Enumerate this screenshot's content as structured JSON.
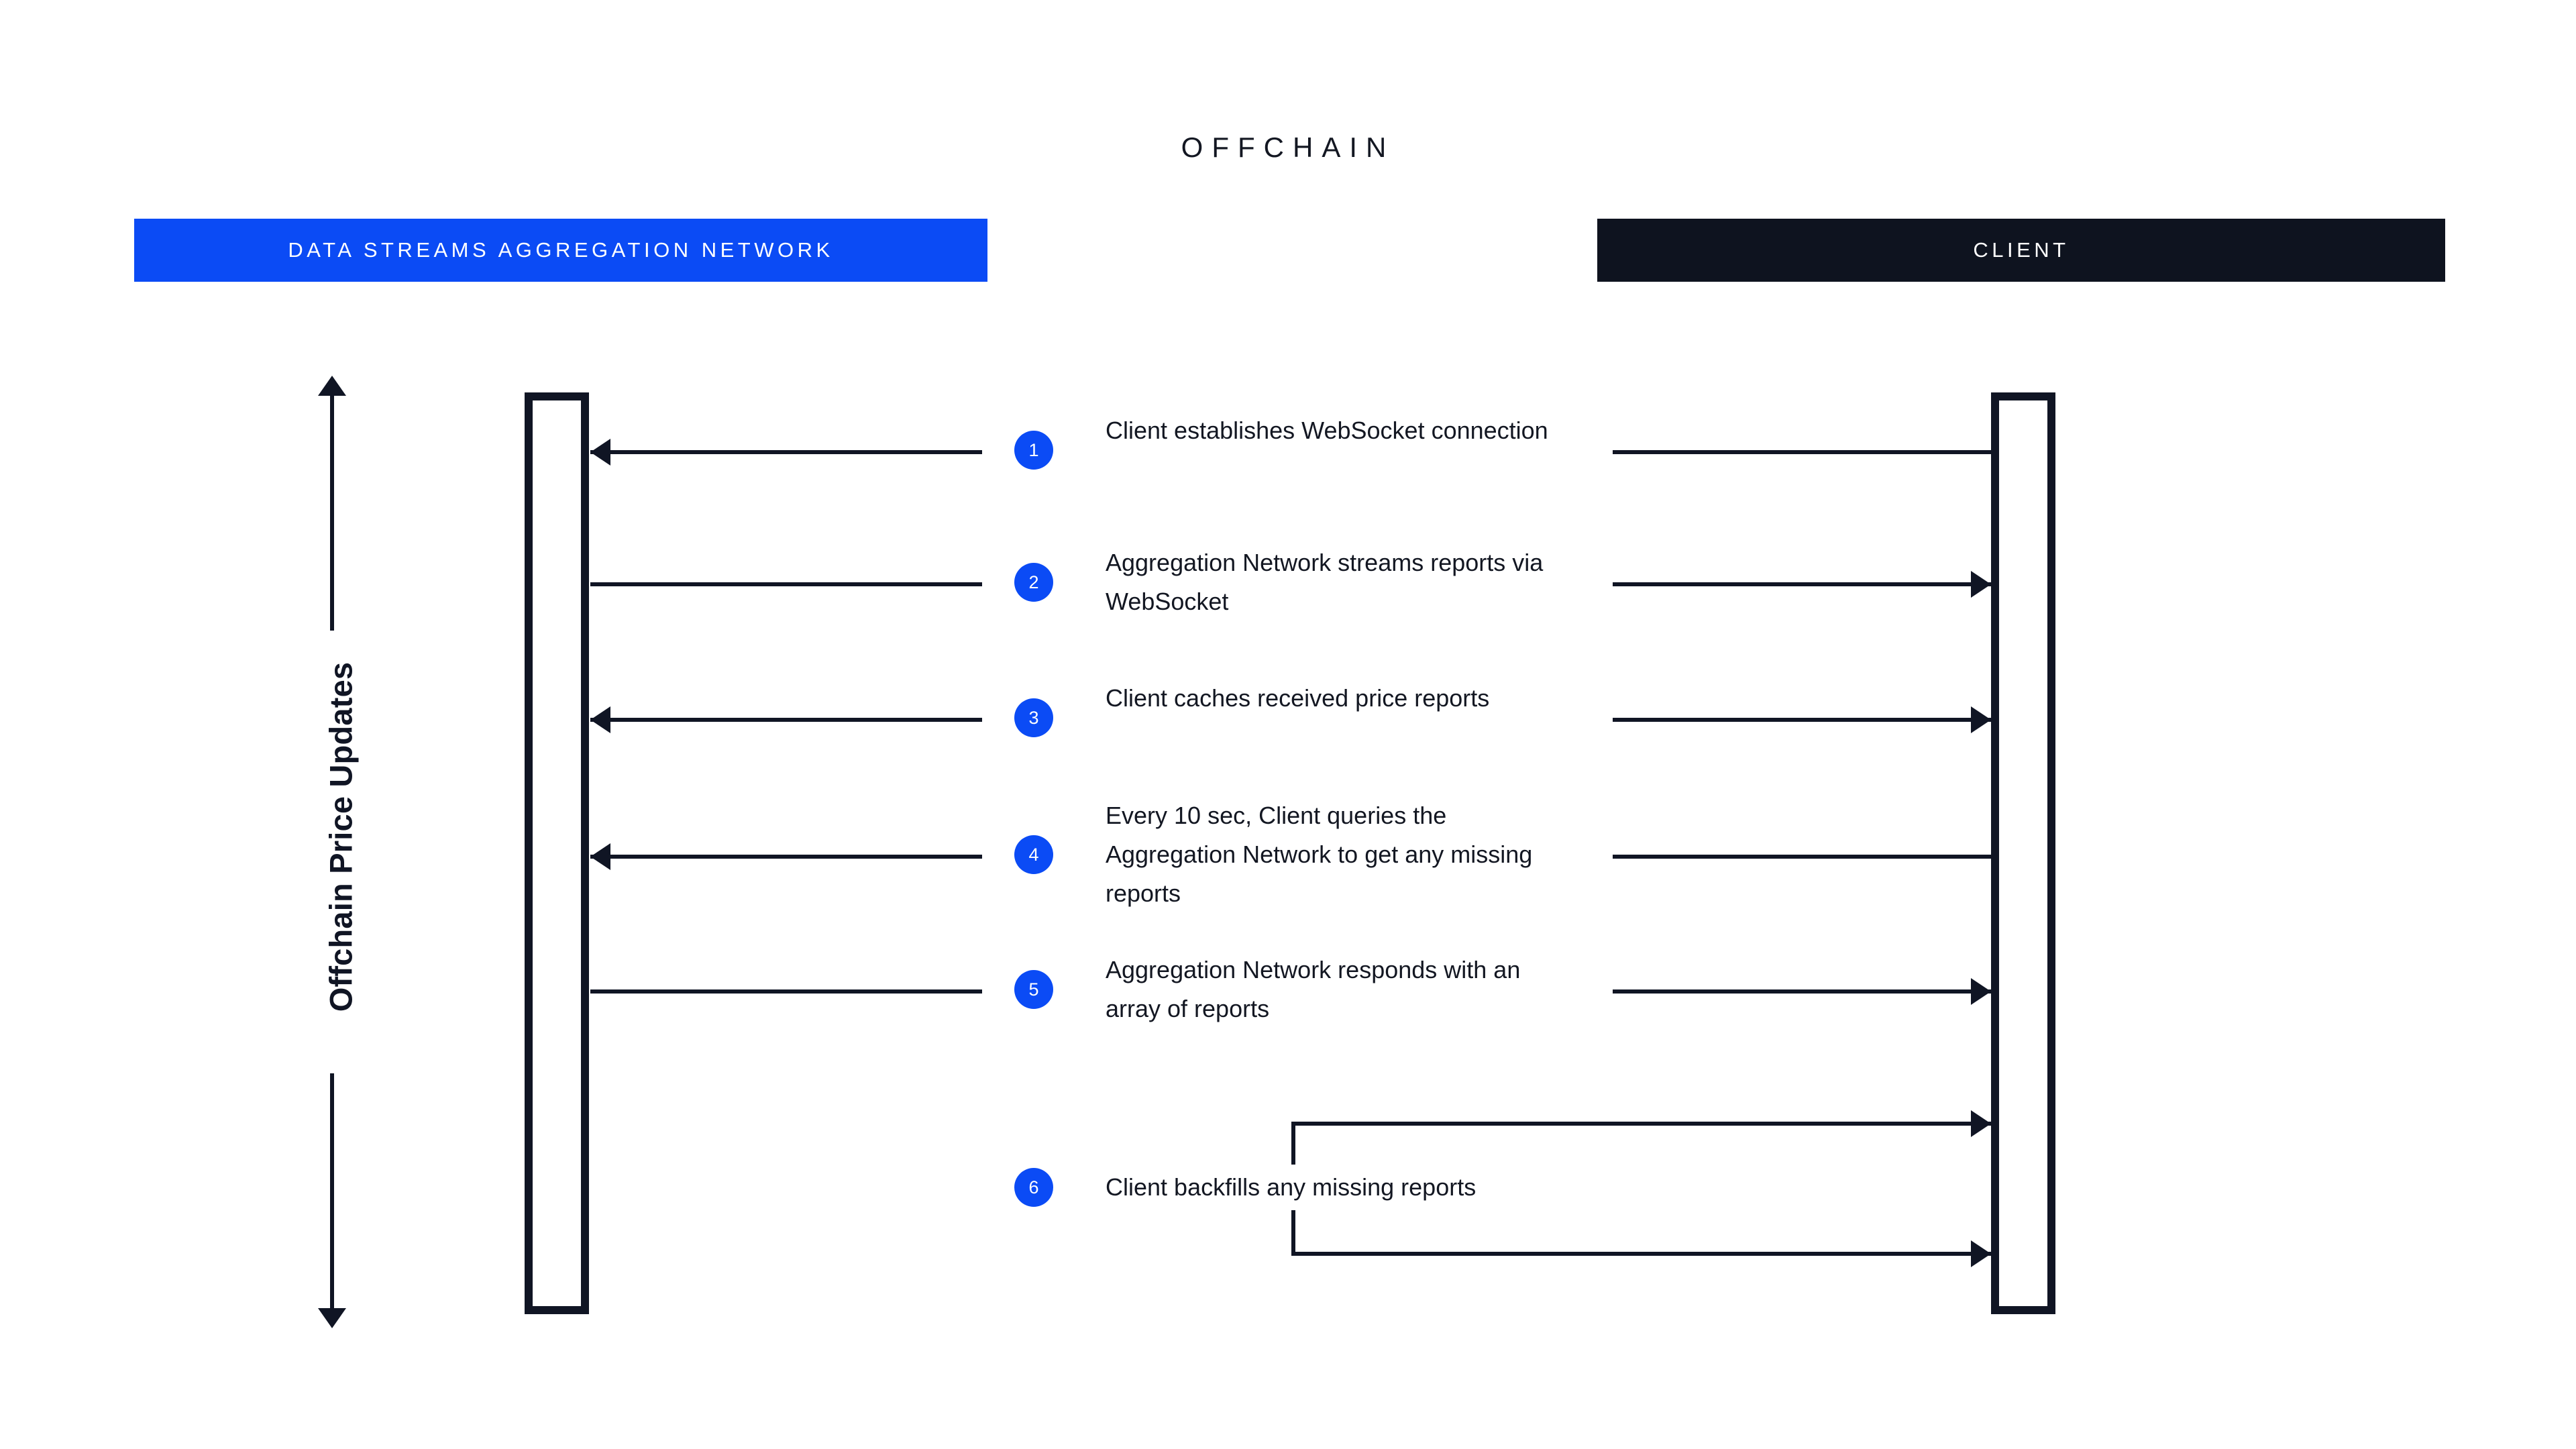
{
  "diagram": {
    "title": "OFFCHAIN",
    "axis_label": "Offchain Price Updates",
    "accent_blue": "#0B4BF5",
    "dark": "#0E131F",
    "actors": [
      {
        "id": "network",
        "label": "DATA STREAMS AGGREGATION NETWORK",
        "bar_color": "#0B4BF5"
      },
      {
        "id": "client",
        "label": "CLIENT",
        "bar_color": "#0E131F"
      }
    ],
    "steps": [
      {
        "number": "1",
        "text": "Client establishes WebSocket connection",
        "direction": "client-to-network"
      },
      {
        "number": "2",
        "text": "Aggregation Network streams reports via WebSocket",
        "direction": "network-to-client"
      },
      {
        "number": "3",
        "text": "Client caches received price reports",
        "direction": "client-to-network"
      },
      {
        "number": "4",
        "text": "Every 10 sec, Client queries the Aggregation Network to get any missing reports",
        "direction": "client-to-network"
      },
      {
        "number": "5",
        "text": "Aggregation Network responds with an array of reports",
        "direction": "network-to-client"
      },
      {
        "number": "6",
        "text": "Client backfills any missing reports",
        "direction": "client-self-loop"
      }
    ]
  }
}
